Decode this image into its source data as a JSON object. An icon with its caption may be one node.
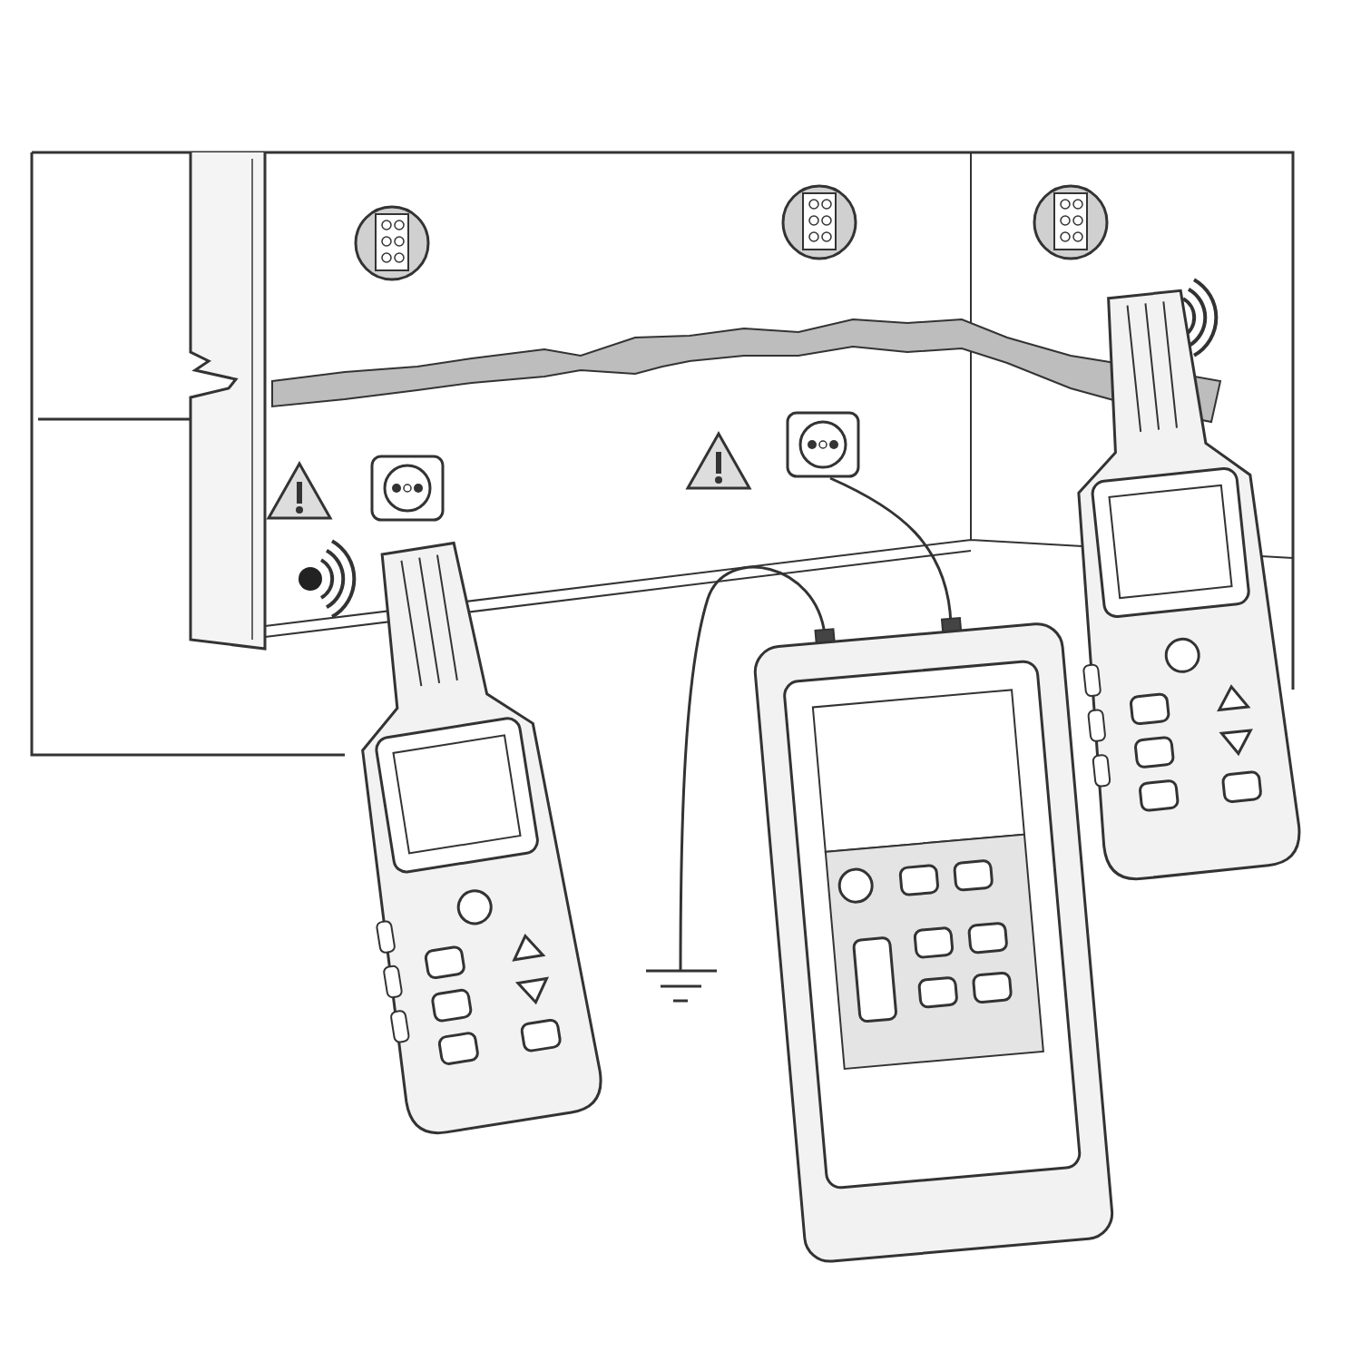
{
  "diagram": {
    "nodes": [
      {
        "text": [],
        "shape": "picture"
      },
      {
        "text": [],
        "shape": "picture"
      },
      {
        "text": [],
        "shape": "picture"
      }
    ],
    "edges": [
      {
        "from": 1,
        "to": 0,
        "arrow": "none"
      },
      {
        "from": 1,
        "to": 2,
        "arrow": "none"
      }
    ]
  }
}
